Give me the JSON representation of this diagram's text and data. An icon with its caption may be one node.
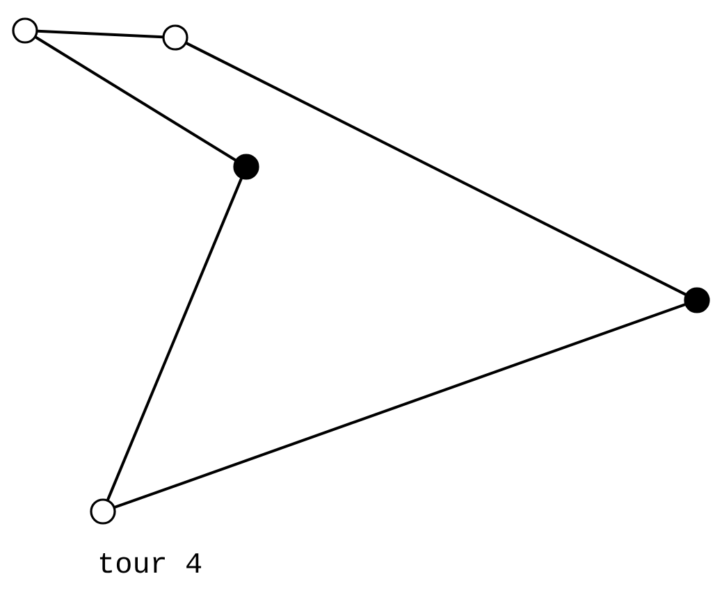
{
  "diagram": {
    "caption": "tour 4",
    "nodes": [
      {
        "text": [],
        "shape": "circle"
      },
      {
        "text": [],
        "shape": "circle"
      },
      {
        "text": [],
        "shape": "dot"
      },
      {
        "text": [],
        "shape": "dot"
      },
      {
        "text": [],
        "shape": "circle"
      }
    ],
    "edges": [
      {
        "from": 0,
        "to": 1,
        "arrow": "none"
      },
      {
        "from": 1,
        "to": 3,
        "arrow": "none"
      },
      {
        "from": 3,
        "to": 4,
        "arrow": "none"
      },
      {
        "from": 4,
        "to": 2,
        "arrow": "none"
      },
      {
        "from": 2,
        "to": 0,
        "arrow": "none"
      }
    ]
  }
}
